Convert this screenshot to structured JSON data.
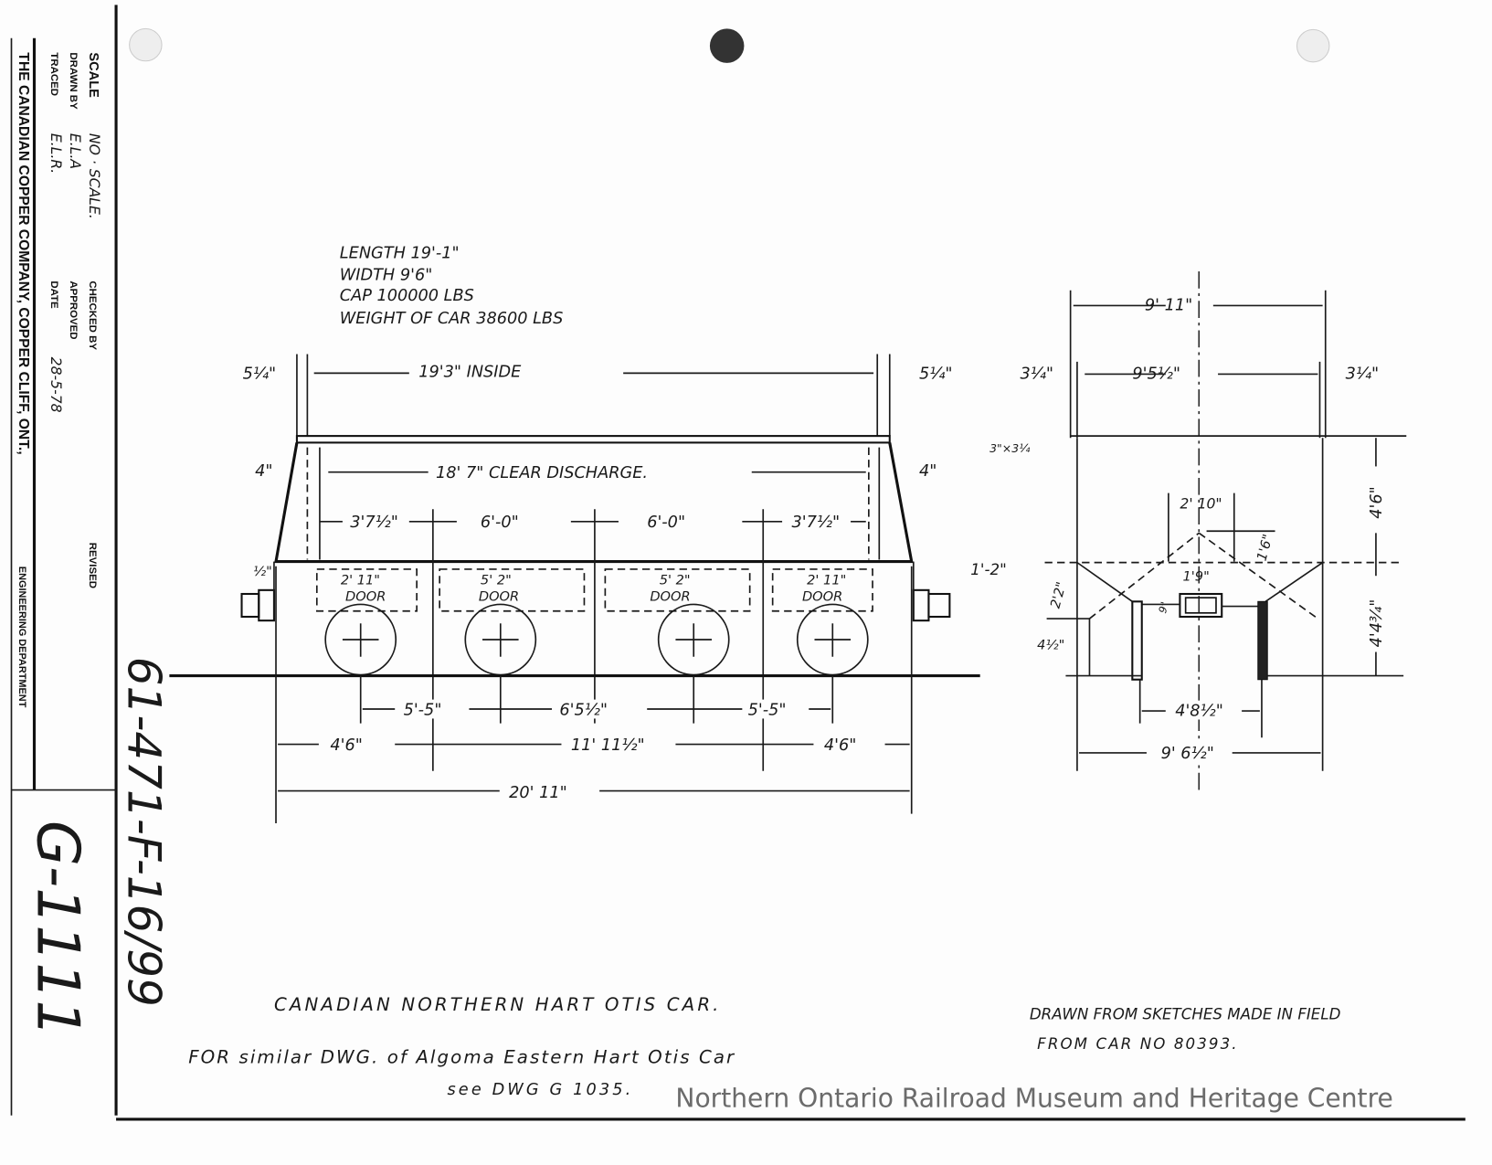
{
  "title_block": {
    "scale_label": "SCALE",
    "scale_value": "NO · SCALE.",
    "checked_by_label": "CHECKED BY",
    "drawn_by_label": "DRAWN BY",
    "drawn_by_value": "E.L.A",
    "approved_label": "APPROVED",
    "traced_label": "TRACED",
    "traced_value": "E.L.R.",
    "date_label": "DATE",
    "date_value": "28-5-78",
    "revised_label": "REVISED",
    "company": "THE CANADIAN COPPER COMPANY, COPPER CLIFF, ONT.,",
    "department": "ENGINEERING DEPARTMENT",
    "drawing_number": "G-1111",
    "file_number": "61-471-F-16/99"
  },
  "specs": {
    "length": "LENGTH   19'-1\"",
    "width": "WIDTH      9'6\"",
    "capacity": "CAP   100000 LBS",
    "weight": "WEIGHT OF CAR 38600 LBS"
  },
  "side_view": {
    "end_left": "5¼\"",
    "inside": "19'3\" INSIDE",
    "end_right": "5¼\"",
    "slope_left": "4\"",
    "clear_discharge": "18' 7\" CLEAR DISCHARGE.",
    "slope_right": "4\"",
    "bays": [
      "3'7½\"",
      "6'-0\"",
      "6'-0\"",
      "3'7½\""
    ],
    "half_inch": "½\"",
    "coupler": "1'-2\"",
    "doors": [
      {
        "size": "2' 11\"",
        "label": "DOOR"
      },
      {
        "size": "5' 2\"",
        "label": "DOOR"
      },
      {
        "size": "5' 2\"",
        "label": "DOOR"
      },
      {
        "size": "2' 11\"",
        "label": "DOOR"
      }
    ],
    "wheelbase": [
      "5'-5\"",
      "6'5½\"",
      "5'-5\""
    ],
    "truck_spacing": [
      "4'6\"",
      "11' 11½\"",
      "4'6\""
    ],
    "overall": "20' 11\""
  },
  "end_view": {
    "overall_width": "9' 11\"",
    "side_left": "3¼\"",
    "inside_width": "9'5½\"",
    "side_right": "3¼\"",
    "angle": "3\"×3¼",
    "upper_height": "4'6\"",
    "ridge_width": "2' 10\"",
    "ridge_height": "1'6\"",
    "sill_width": "1'9\"",
    "sill_depth": "9\"",
    "lower_left": "2'2\"",
    "offset": "4½\"",
    "lower_height": "4'4¾\"",
    "gauge": "4'8½\"",
    "bottom_width": "9' 6½\""
  },
  "notes": {
    "title": "CANADIAN NORTHERN HART OTIS CAR.",
    "similar": "FOR similar DWG. of Algoma Eastern Hart Otis Car",
    "see": "see DWG G 1035.",
    "drawn_from": "DRAWN FROM SKETCHES MADE IN FIELD",
    "car_no": "FROM   CAR   NO 80393."
  },
  "watermark": "Northern Ontario Railroad Museum and Heritage Centre"
}
